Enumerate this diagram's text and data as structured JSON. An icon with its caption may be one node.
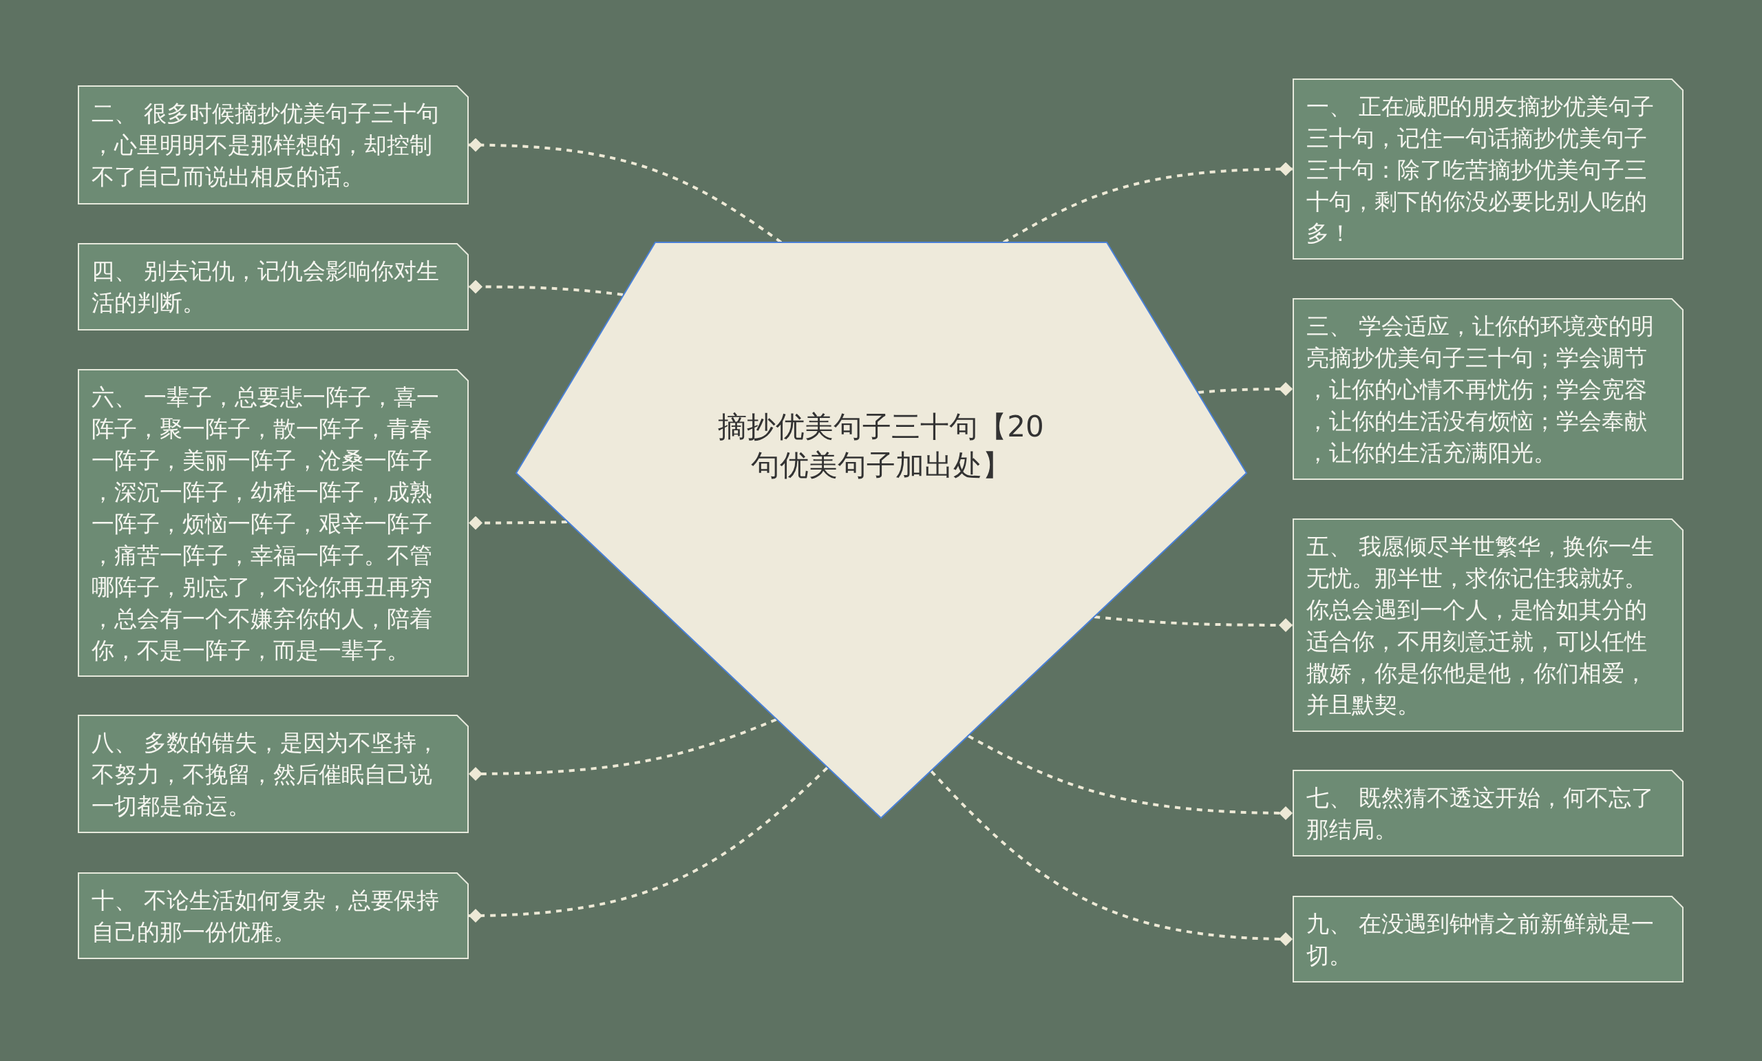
{
  "diagram": {
    "nodes": [
      {
        "text": [
          "摘抄优美句子三十句【20句优美句子加出处】"
        ]
      },
      {
        "text": [
          "一、 正在减肥的朋友摘抄优美句子三十句，记住一句话摘抄优美句子三十句：除了吃苦摘抄优美句子三十句，剩下的你没必要比别人吃的多！"
        ]
      },
      {
        "text": [
          "二、 很多时候摘抄优美句子三十句，心里明明不是那样想的，却控制不了自己而说出相反的话。"
        ]
      },
      {
        "text": [
          "三、 学会适应，让你的环境变的明亮摘抄优美句子三十句；学会调节，让你的心情不再忧伤；学会宽容，让你的生活没有烦恼；学会奉献，让你的生活充满阳光。"
        ]
      },
      {
        "text": [
          "四、 别去记仇，记仇会影响你对生活的判断。"
        ]
      },
      {
        "text": [
          "五、 我愿倾尽半世繁华，换你一生无忧。那半世，求你记住我就好。你总会遇到一个人，是恰如其分的适合你，不用刻意迁就，可以任性撒娇，你是你他是他，你们相爱，并且默契。"
        ]
      },
      {
        "text": [
          "六、 一辈子，总要悲一阵子，喜一阵子，聚一阵子，散一阵子，青春一阵子，美丽一阵子，沧桑一阵子，深沉一阵子，幼稚一阵子，成熟一阵子，烦恼一阵子，艰辛一阵子，痛苦一阵子，幸福一阵子。不管哪阵子，别忘了，不论你再丑再穷，总会有一个不嫌弃你的人，陪着你，不是一阵子，而是一辈子。"
        ]
      },
      {
        "text": [
          "七、 既然猜不透这开始，何不忘了那结局。"
        ]
      },
      {
        "text": [
          "八、 多数的错失，是因为不坚持，不努力，不挽留，然后催眠自己说一切都是命运。"
        ]
      },
      {
        "text": [
          "九、 在没遇到钟情之前新鲜就是一切。"
        ]
      },
      {
        "text": [
          "十、 不论生活如何复杂，总要保持自己的那一份优雅。"
        ]
      }
    ],
    "edges": [
      {
        "from": 0,
        "to": 1,
        "arrow": "other",
        "style": "dashed"
      },
      {
        "from": 0,
        "to": 2,
        "arrow": "other",
        "style": "dashed"
      },
      {
        "from": 0,
        "to": 3,
        "arrow": "other",
        "style": "dashed"
      },
      {
        "from": 0,
        "to": 4,
        "arrow": "other",
        "style": "dashed"
      },
      {
        "from": 0,
        "to": 5,
        "arrow": "other",
        "style": "dashed"
      },
      {
        "from": 0,
        "to": 6,
        "arrow": "other",
        "style": "dashed"
      },
      {
        "from": 0,
        "to": 7,
        "arrow": "other",
        "style": "dashed"
      },
      {
        "from": 0,
        "to": 8,
        "arrow": "other",
        "style": "dashed"
      },
      {
        "from": 0,
        "to": 9,
        "arrow": "other",
        "style": "dashed"
      },
      {
        "from": 0,
        "to": 10,
        "arrow": "other",
        "style": "dashed"
      }
    ]
  }
}
